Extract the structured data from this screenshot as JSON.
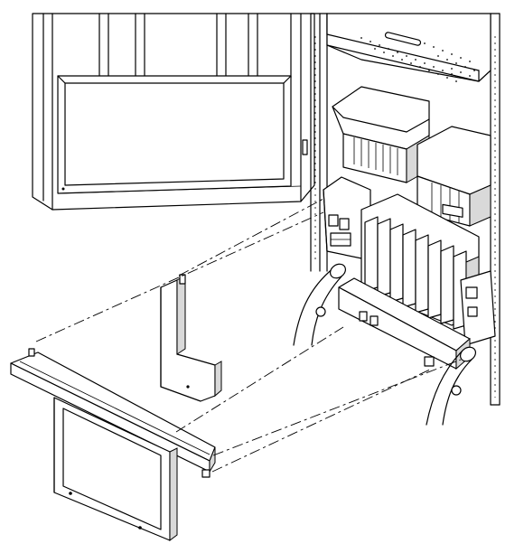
{
  "figure": {
    "kind": "technical line drawing",
    "colors": {
      "line": "#000000",
      "background": "#ffffff",
      "shade": "#d9d9d9"
    },
    "parts": [
      "cabinet-door",
      "cabinet-frame",
      "top-vent-panel",
      "card-cage-upper-left",
      "card-cage-upper-right",
      "card-cage-lower",
      "power-module",
      "cable-bracket-l",
      "cable-trough",
      "cable-left",
      "cable-right",
      "alignment-guides"
    ]
  }
}
